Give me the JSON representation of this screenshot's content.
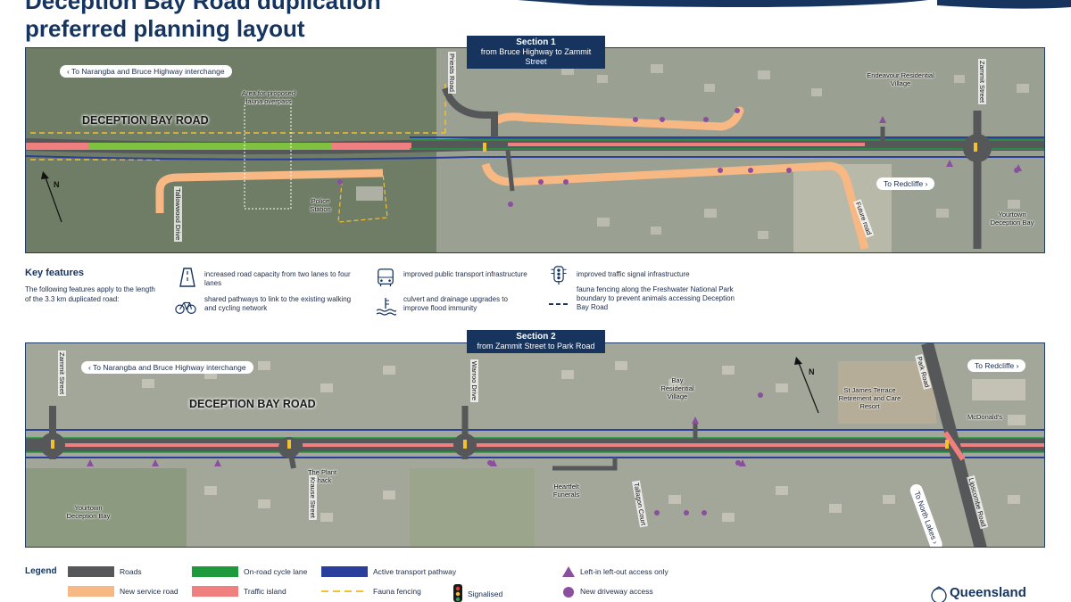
{
  "header": {
    "title_line1": "Deception Bay Road duplication",
    "title_line2": "preferred planning layout"
  },
  "section1": {
    "tab_title": "Section 1",
    "tab_subtitle": "from Bruce Highway to Zammit Street",
    "pill_left": "‹ To Narangba and Bruce Highway interchange",
    "pill_right": "To Redcliffe ›",
    "road_name": "DECEPTION BAY ROAD",
    "labels": {
      "fauna_overpass": "Area for proposed fauna overpass",
      "priests_road": "Priests Road",
      "endeavour": "Endeavour Residential Village",
      "zammit_street": "Zammit Street",
      "police_station": "Police Station",
      "tallowwood_drive": "Tallowwood Drive",
      "future_road": "Future road",
      "yourtown": "Yourtown Deception Bay",
      "north": "N"
    }
  },
  "key_features": {
    "title": "Key features",
    "description": "The following features apply to the length of the 3.3 km duplicated road:",
    "items": [
      {
        "icon": "road-icon",
        "text": "increased road capacity from two lanes to four lanes"
      },
      {
        "icon": "bicycle-icon",
        "text": "shared pathways to link to the existing walking and cycling network"
      },
      {
        "icon": "bus-icon",
        "text": "improved public transport infrastructure"
      },
      {
        "icon": "water-level-icon",
        "text": "culvert and drainage upgrades to improve flood immunity"
      },
      {
        "icon": "traffic-signal-icon",
        "text": "improved traffic signal infrastructure"
      },
      {
        "icon": "dashed-line-icon",
        "text": "fauna fencing along the Freshwater National Park boundary to prevent animals accessing Deception Bay Road"
      }
    ]
  },
  "section2": {
    "tab_title": "Section 2",
    "tab_subtitle": "from Zammit Street to Park Road",
    "pill_left": "‹ To Narangba and Bruce Highway interchange",
    "pill_right": "To Redcliffe ›",
    "road_name": "DECEPTION BAY ROAD",
    "labels": {
      "zammit_street": "Zammit Street",
      "warroo_drive": "Warroo Drive",
      "bay_village": "Bay Residential Village",
      "st_james": "St James Terrace Retirement and Care Resort",
      "park_road": "Park Road",
      "mcdonalds": "McDonald's",
      "plant_shack": "The Plant Shack",
      "krause_street": "Krause Street",
      "heartfelt": "Heartfelt Funerals",
      "tallagon_court": "Tallagon Court",
      "to_north_lakes": "To North Lakes ›",
      "lipscombe_road": "Lipscombe Road",
      "yourtown": "Yourtown Deception Bay",
      "north": "N"
    }
  },
  "legend": {
    "title": "Legend",
    "items": [
      {
        "label": "Roads",
        "color": "#555759"
      },
      {
        "label": "New service road",
        "color": "#f7b883"
      },
      {
        "label": "On-road cycle lane",
        "color": "#1e9a3c"
      },
      {
        "label": "Traffic island",
        "color": "#f08080"
      },
      {
        "label": "Active transport pathway",
        "color": "#2a3f9b"
      },
      {
        "label": "Fauna fencing",
        "color": "#f2c12e"
      },
      {
        "label": "Signalised",
        "color": "#f2c12e"
      },
      {
        "label": "Left-in left-out access only",
        "color": "#8a4f9e"
      },
      {
        "label": "New driveway access",
        "color": "#8a4f9e"
      }
    ]
  },
  "brand": {
    "name": "Queensland"
  }
}
